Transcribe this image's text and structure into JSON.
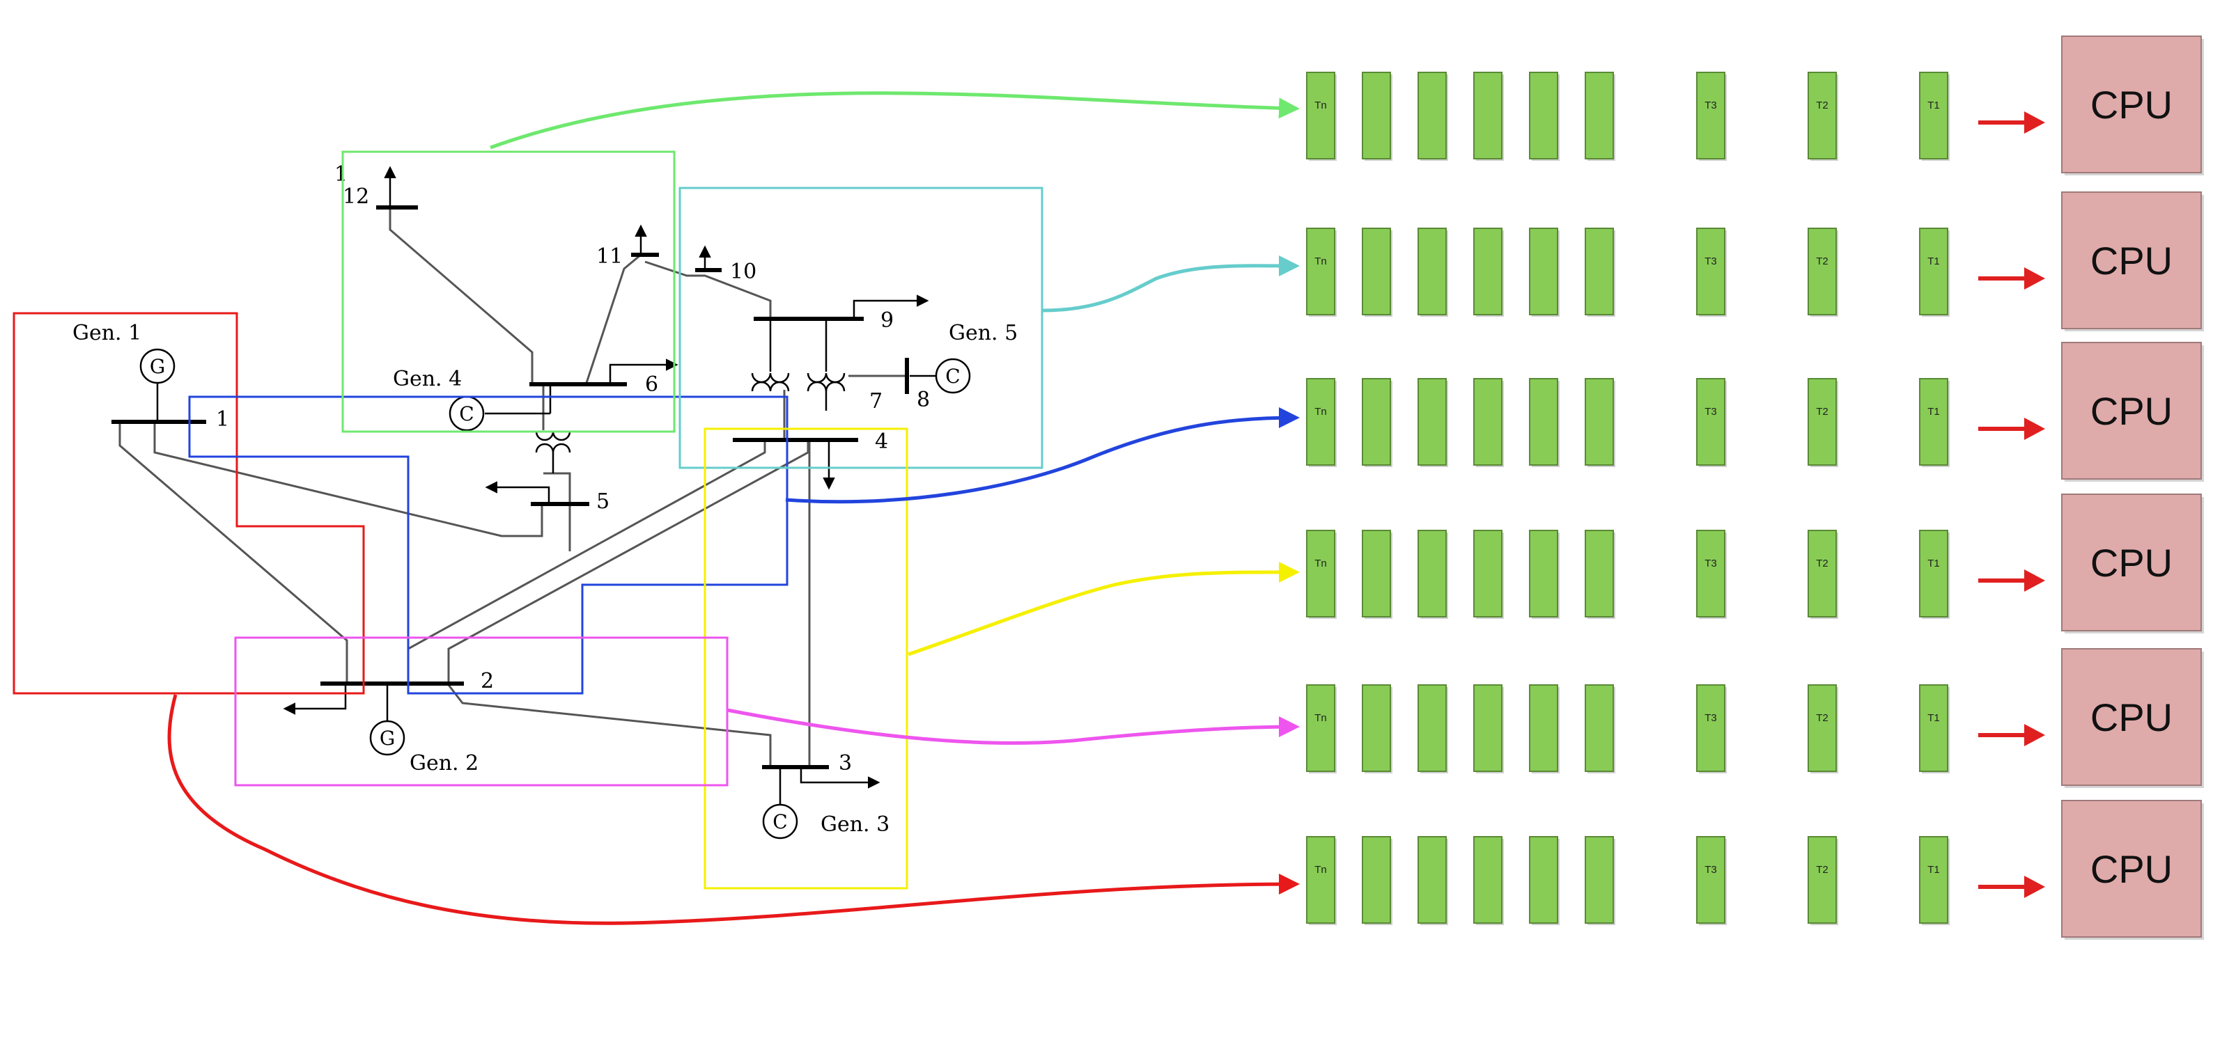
{
  "grid": {
    "generators": [
      {
        "id": "gen1",
        "label": "Gen. 1",
        "symbol": "G"
      },
      {
        "id": "gen2",
        "label": "Gen. 2",
        "symbol": "G"
      },
      {
        "id": "gen3",
        "label": "Gen. 3",
        "symbol": "C"
      },
      {
        "id": "gen4",
        "label": "Gen. 4",
        "symbol": "C"
      },
      {
        "id": "gen5",
        "label": "Gen. 5",
        "symbol": "C"
      }
    ],
    "buses": [
      "1",
      "2",
      "3",
      "4",
      "5",
      "6",
      "7",
      "8",
      "9",
      "10",
      "11",
      "12"
    ],
    "stray_label": "1"
  },
  "task_queue": {
    "first_label": "Tn",
    "tail_labels": [
      "T3",
      "T2",
      "T1"
    ],
    "blank_slots_per_row": 5,
    "processor_label": "CPU",
    "row_count": 6
  },
  "regions": [
    {
      "id": "green",
      "color": "#6ee86e"
    },
    {
      "id": "cyan",
      "color": "#66cccc"
    },
    {
      "id": "blue",
      "color": "#2244dd"
    },
    {
      "id": "yellow",
      "color": "#f5f000"
    },
    {
      "id": "magenta",
      "color": "#ee55ee"
    },
    {
      "id": "red",
      "color": "#e8191a"
    }
  ],
  "colors": {
    "task_fill": "#88cc55",
    "task_stroke": "#5a8a35",
    "cpu_fill": "#dfaaaa",
    "cpu_stroke": "#a07a7a",
    "arrow_red": "#e02020",
    "line_gray": "#555555",
    "bus_black": "#000000"
  }
}
